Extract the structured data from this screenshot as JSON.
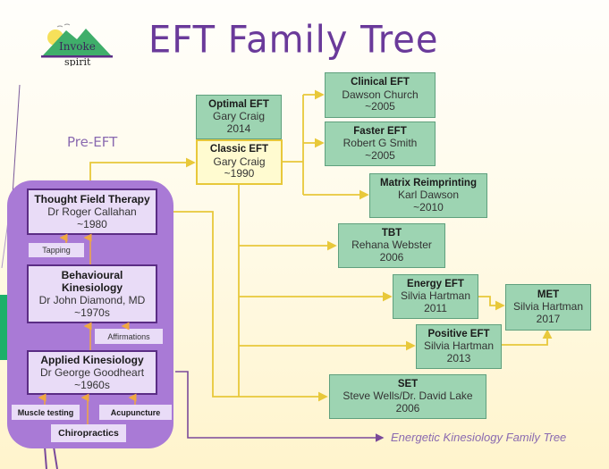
{
  "title": "EFT Family Tree",
  "logo": {
    "line1": "Invoke",
    "line2": "spirit"
  },
  "pre_eft_label": "Pre-EFT",
  "pre_eft": {
    "thought_field": {
      "title": "Thought Field Therapy",
      "person": "Dr Roger Callahan",
      "year": "~1980"
    },
    "behavioural": {
      "title1": "Behavioural",
      "title2": "Kinesiology",
      "person": "Dr John Diamond, MD",
      "year": "~1970s"
    },
    "applied": {
      "title": "Applied Kinesiology",
      "person": "Dr George Goodheart",
      "year": "~1960s"
    },
    "tags": {
      "tapping": "Tapping",
      "affirmations": "Affirmations",
      "muscle_testing": "Muscle testing",
      "acupuncture": "Acupuncture",
      "chiropractics": "Chiropractics"
    }
  },
  "nodes": {
    "optimal": {
      "title": "Optimal EFT",
      "person": "Gary Craig",
      "year": "2014"
    },
    "classic": {
      "title": "Classic EFT",
      "person": "Gary Craig",
      "year": "~1990"
    },
    "clinical": {
      "title": "Clinical EFT",
      "person": "Dawson Church",
      "year": "~2005"
    },
    "faster": {
      "title": "Faster EFT",
      "person": "Robert G Smith",
      "year": "~2005"
    },
    "matrix": {
      "title": "Matrix Reimprinting",
      "person": "Karl Dawson",
      "year": "~2010"
    },
    "tbt": {
      "title": "TBT",
      "person": "Rehana Webster",
      "year": "2006"
    },
    "energy": {
      "title": "Energy EFT",
      "person": "Silvia Hartman",
      "year": "2011"
    },
    "met": {
      "title": "MET",
      "person": "Silvia Hartman",
      "year": "2017"
    },
    "positive": {
      "title": "Positive EFT",
      "person": "Silvia Hartman",
      "year": "2013"
    },
    "set": {
      "title": "SET",
      "person": "Steve Wells/Dr. David Lake",
      "year": "2006"
    }
  },
  "energetic_link": "Energetic Kinesiology Family Tree",
  "colors": {
    "title": "#6a3a9a",
    "pre_panel": "#a97ad6",
    "green_box": "#9dd4b2",
    "yellow_box": "#fffbd0",
    "connector_yellow": "#e8c83a",
    "connector_purple": "#7a4a9a",
    "connector_orange": "#f0a840"
  }
}
